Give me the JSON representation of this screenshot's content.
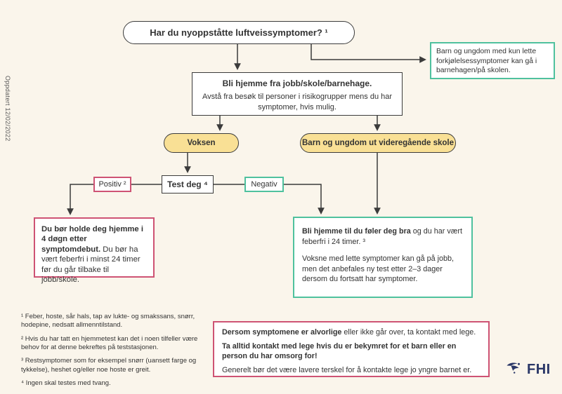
{
  "page": {
    "updated_label": "Oppdatert 12/02/2022"
  },
  "colors": {
    "outline": "#3B3B3B",
    "yellow": "#F9E095",
    "pink": "#CE5374",
    "teal": "#4FC19E",
    "navy": "#2A3767",
    "box_bg": "#FFFFFF",
    "text": "#333333",
    "page_bg": "#FAF5EB"
  },
  "flowchart": {
    "start": "Har du nyoppståtte luftveissymptomer? ¹",
    "side_note": "Barn og ungdom med kun lette forkjølelsessymptomer kan gå i barnehagen/på skolen.",
    "stay_home": {
      "title": "Bli hjemme fra jobb/skole/barnehage.",
      "body": "Avstå fra besøk til personer i risikogrupper mens du har symptomer, hvis mulig."
    },
    "branch_adult": "Voksen",
    "branch_children": "Barn og ungdom ut videregående skole",
    "test": "Test deg ⁴",
    "positive": "Positiv ²",
    "negative": "Negativ",
    "outcome_positive": {
      "bold": "Du bør holde deg hjemme i 4 døgn etter symptomdebut.",
      "body": "Du bør ha vært feberfri i minst 24 timer før du går tilbake til jobb/skole."
    },
    "outcome_negative": {
      "bold": "Bli hjemme til du føler deg bra",
      "rest": "og du har vært feberfri i 24 timer. ³",
      "body": "Voksne med lette symptomer kan gå på jobb, men det anbefales ny test etter 2–3 dager dersom du fortsatt har symptomer."
    }
  },
  "footnotes": [
    "¹ Feber, hoste, sår hals, tap av lukte- og smakssans, snørr, hodepine, nedsatt allmenntilstand.",
    "² Hvis du har tatt en hjemmetest kan det i noen tilfeller være behov for at denne bekreftes på teststasjonen.",
    "³ Restsymptomer som for eksempel snørr (uansett farge og tykkelse), heshet og/eller noe hoste er greit.",
    "⁴ Ingen skal testes med tvang."
  ],
  "advice_box": {
    "line1_bold": "Dersom symptomene er alvorlige",
    "line1_rest": "eller ikke går over, ta kontakt med lege.",
    "line2_bold": "Ta alltid kontakt med lege hvis du er bekymret for et barn eller en person du har omsorg for!",
    "line3": "Generelt bør det være lavere terskel for å kontakte lege jo yngre barnet er."
  },
  "logo": {
    "text": "FHI"
  }
}
